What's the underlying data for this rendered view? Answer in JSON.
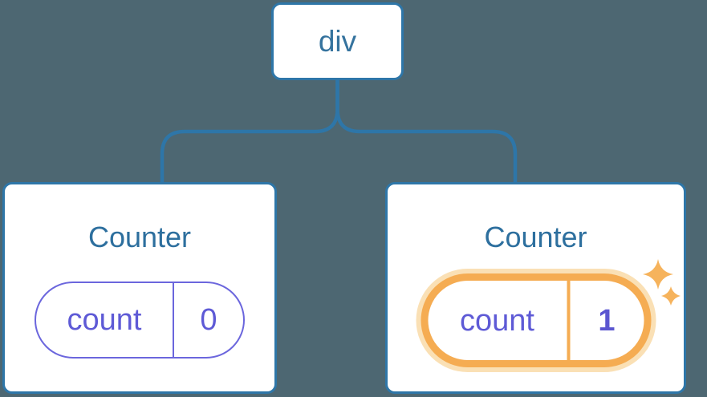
{
  "diagram": {
    "title": "component-tree-state-diagram",
    "root": {
      "label": "div"
    },
    "children": [
      {
        "title": "Counter",
        "state": {
          "key": "count",
          "value": "0"
        },
        "highlighted": false
      },
      {
        "title": "Counter",
        "state": {
          "key": "count",
          "value": "1"
        },
        "highlighted": true
      }
    ],
    "icons": [
      {
        "name": "sparkle-icon",
        "glyph": "✦"
      }
    ],
    "colors": {
      "background": "#4D6772",
      "node_fill": "#FFFFFF",
      "node_border_blue": "#2E76A8",
      "connector_blue": "#2E76A8",
      "node_text_blue": "#2D6F9E",
      "state_purple_border": "#6B66DD",
      "state_purple_text": "#5E5AD6",
      "highlight_orange": "#F5AC52",
      "highlight_glow": "#FAE0B5",
      "sparkle_orange": "#F6B35C"
    }
  }
}
